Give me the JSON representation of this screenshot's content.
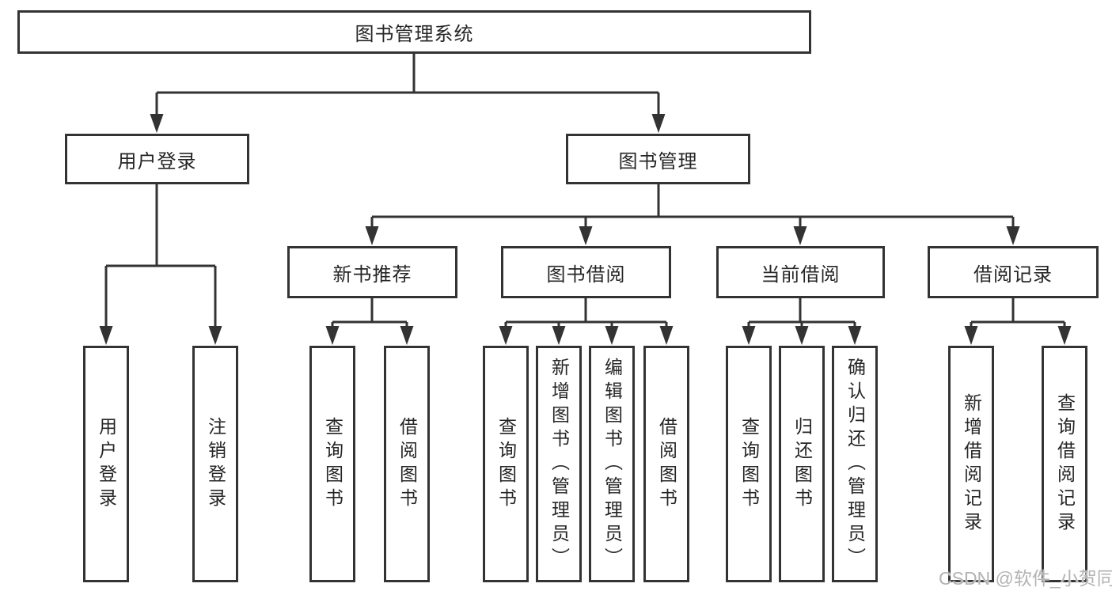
{
  "diagram_title": "图书管理系统",
  "tree": {
    "root": {
      "label": "图书管理系统",
      "children": [
        {
          "label": "用户登录",
          "children": [
            {
              "label": "用户登录"
            },
            {
              "label": "注销登录"
            }
          ]
        },
        {
          "label": "图书管理",
          "children": [
            {
              "label": "新书推荐",
              "children": [
                {
                  "label": "查询图书"
                },
                {
                  "label": "借阅图书"
                }
              ]
            },
            {
              "label": "图书借阅",
              "children": [
                {
                  "label": "查询图书"
                },
                {
                  "label": "新增图书（管理员）"
                },
                {
                  "label": "编辑图书（管理员）"
                },
                {
                  "label": "借阅图书"
                }
              ]
            },
            {
              "label": "当前借阅",
              "children": [
                {
                  "label": "查询图书"
                },
                {
                  "label": "归还图书"
                },
                {
                  "label": "确认归还（管理员）"
                }
              ]
            },
            {
              "label": "借阅记录",
              "children": [
                {
                  "label": "新增借阅记录"
                },
                {
                  "label": "查询借阅记录"
                }
              ]
            }
          ]
        }
      ]
    }
  },
  "watermark": {
    "text": "CSDN @软件_小贺同学"
  },
  "colors": {
    "line": "#333333",
    "text": "#262626",
    "box_background": "#ffffff",
    "watermark_text": "#b3b3b3",
    "page_background": "#ffffff"
  }
}
